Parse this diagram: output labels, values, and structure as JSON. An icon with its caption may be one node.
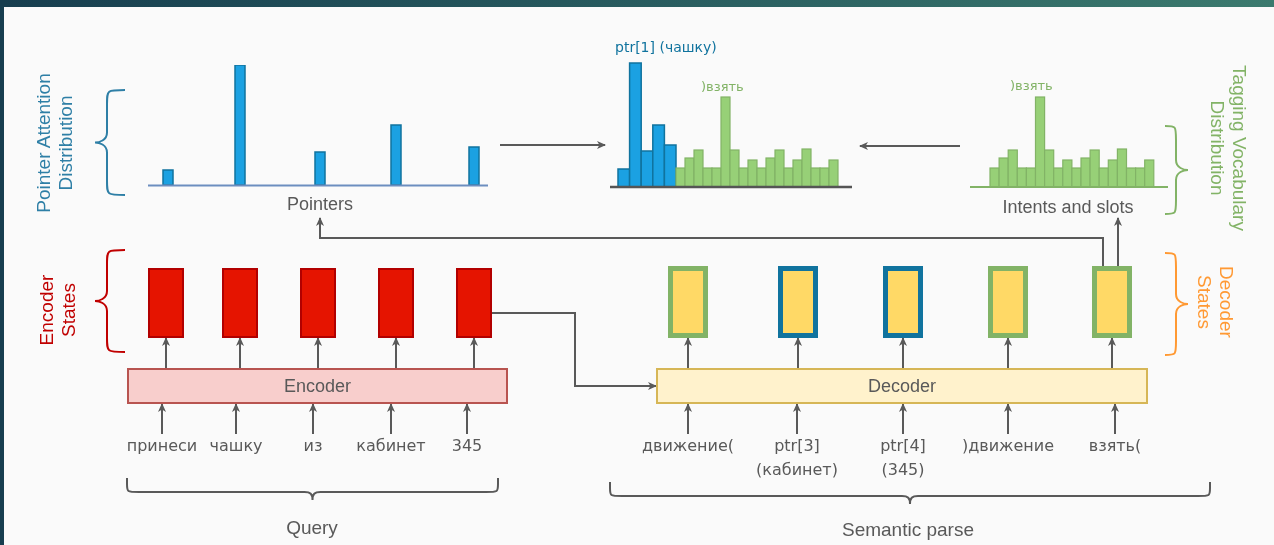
{
  "diagram": {
    "nodes": [
      {
        "text": [
          "Pointers"
        ]
      },
      {
        "text": [
          "ptr[1] (чашку)",
          ")взять"
        ]
      },
      {
        "text": [
          ")взять",
          "Intents and slots"
        ]
      },
      {
        "text": [],
        "shape": "box"
      },
      {
        "text": [],
        "shape": "box"
      },
      {
        "text": [],
        "shape": "box"
      },
      {
        "text": [],
        "shape": "box"
      },
      {
        "text": [],
        "shape": "box"
      },
      {
        "text": [
          "Encoder"
        ]
      },
      {
        "text": [
          "принеси"
        ]
      },
      {
        "text": [
          "чашку"
        ]
      },
      {
        "text": [
          "из"
        ]
      },
      {
        "text": [
          "кабинет"
        ]
      },
      {
        "text": [
          "345"
        ]
      },
      {
        "text": [],
        "shape": "box"
      },
      {
        "text": [],
        "shape": "box"
      },
      {
        "text": [],
        "shape": "box"
      },
      {
        "text": [],
        "shape": "box"
      },
      {
        "text": [],
        "shape": "box"
      },
      {
        "text": [
          "Decoder"
        ]
      },
      {
        "text": [
          "движение("
        ]
      },
      {
        "text": [
          "ptr[3] (кабинет)"
        ]
      },
      {
        "text": [
          "ptr[4] (345)"
        ]
      },
      {
        "text": [
          ")движение"
        ]
      },
      {
        "text": [
          "взять("
        ]
      }
    ],
    "edges": [
      {
        "from": 9,
        "to": 8,
        "arrow": "to"
      },
      {
        "from": 10,
        "to": 8,
        "arrow": "to"
      },
      {
        "from": 11,
        "to": 8,
        "arrow": "to"
      },
      {
        "from": 12,
        "to": 8,
        "arrow": "to"
      },
      {
        "from": 13,
        "to": 8,
        "arrow": "to"
      },
      {
        "from": 8,
        "to": 3,
        "arrow": "to"
      },
      {
        "from": 8,
        "to": 4,
        "arrow": "to"
      },
      {
        "from": 8,
        "to": 5,
        "arrow": "to"
      },
      {
        "from": 8,
        "to": 6,
        "arrow": "to"
      },
      {
        "from": 8,
        "to": 7,
        "arrow": "to"
      },
      {
        "from": 7,
        "to": 19,
        "arrow": "to"
      },
      {
        "from": 20,
        "to": 19,
        "arrow": "to"
      },
      {
        "from": 21,
        "to": 19,
        "arrow": "to"
      },
      {
        "from": 22,
        "to": 19,
        "arrow": "to"
      },
      {
        "from": 23,
        "to": 19,
        "arrow": "to"
      },
      {
        "from": 24,
        "to": 19,
        "arrow": "to"
      },
      {
        "from": 19,
        "to": 14,
        "arrow": "to"
      },
      {
        "from": 19,
        "to": 15,
        "arrow": "to"
      },
      {
        "from": 19,
        "to": 16,
        "arrow": "to"
      },
      {
        "from": 19,
        "to": 17,
        "arrow": "to"
      },
      {
        "from": 19,
        "to": 18,
        "arrow": "to"
      },
      {
        "from": 18,
        "to": 0,
        "arrow": "to"
      },
      {
        "from": 18,
        "to": 2,
        "arrow": "to"
      },
      {
        "from": 0,
        "to": 1,
        "arrow": "to"
      },
      {
        "from": 2,
        "to": 1,
        "arrow": "to"
      }
    ],
    "labels": [
      "Pointer Attention Distribution",
      "Tagging Vocabulary Distribution",
      "Encoder States",
      "Decoder States",
      "Query",
      "Semantic parse"
    ]
  }
}
